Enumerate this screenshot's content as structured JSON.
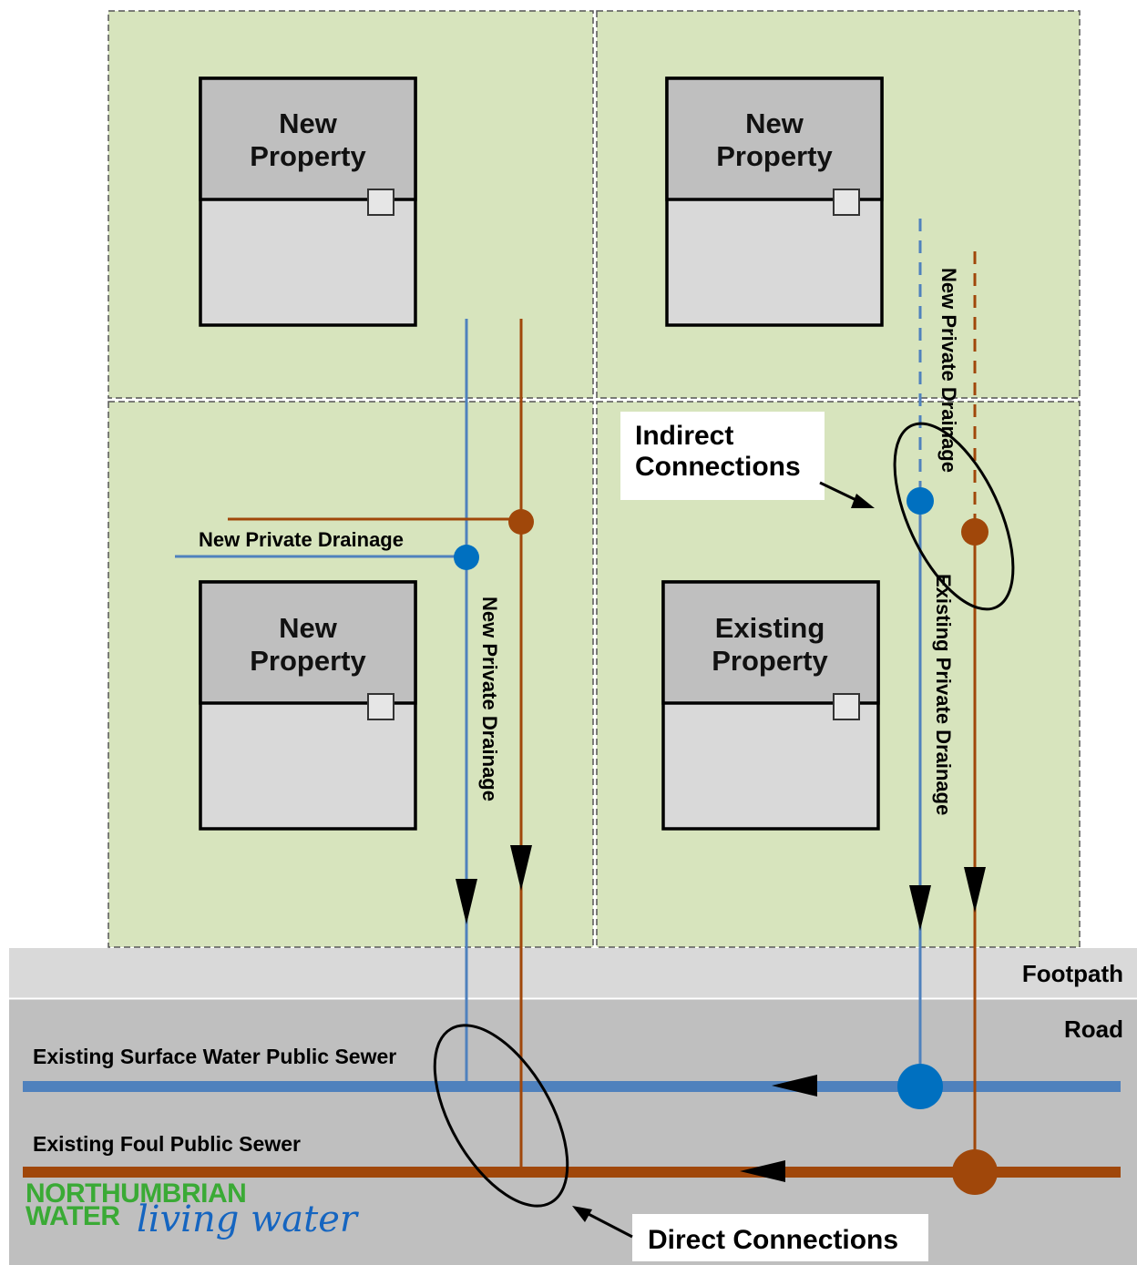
{
  "properties": {
    "top_left": {
      "line1": "New",
      "line2": "Property"
    },
    "top_right": {
      "line1": "New",
      "line2": "Property"
    },
    "bottom_left": {
      "line1": "New",
      "line2": "Property"
    },
    "bottom_right": {
      "line1": "Existing",
      "line2": "Property"
    }
  },
  "labels": {
    "new_private_drainage_horizontal": "New Private Drainage",
    "new_private_drainage_vertical_left": "New Private Drainage",
    "new_private_drainage_vertical_right": "New Private Drainage",
    "existing_private_drainage": "Existing Private Drainage",
    "indirect_connections_line1": "Indirect",
    "indirect_connections_line2": "Connections",
    "direct_connections": "Direct Connections",
    "footpath": "Footpath",
    "road": "Road",
    "surface_water_sewer": "Existing Surface Water Public Sewer",
    "foul_sewer": "Existing Foul Public Sewer"
  },
  "branding": {
    "line1": "NORTHUMBRIAN",
    "line2": "WATER",
    "tagline": "living water"
  },
  "colors": {
    "plot_green": "#d7e4bd",
    "surface_water_blue": "#4f81bd",
    "connection_blue": "#0070c0",
    "foul_brown": "#a0470a",
    "road_grey": "#bfbfbf",
    "footpath_grey": "#d9d9d9",
    "brand_green": "#3aaa35",
    "brand_blue": "#1565c0"
  }
}
